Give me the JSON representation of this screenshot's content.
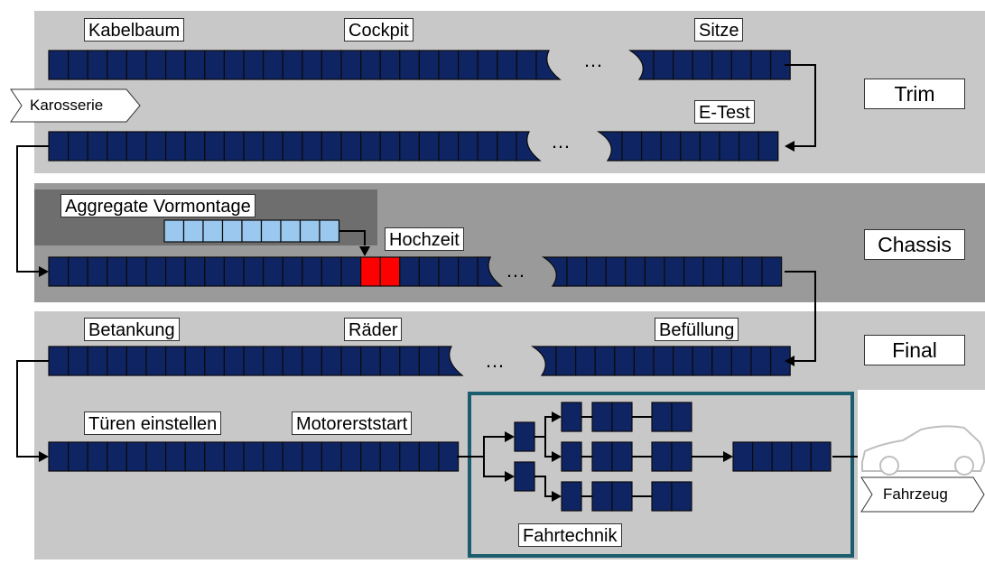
{
  "colors": {
    "zone_light": "#c8c8c8",
    "zone_dark": "#9a9a9a",
    "sub_zone": "#6e6e6e",
    "station_fill": "#0f2463",
    "station_light": "#9bc8ef",
    "station_red": "#ff0000",
    "fahrtechnik_border": "#1b5d6e"
  },
  "zones": {
    "trim": "Trim",
    "chassis": "Chassis",
    "final": "Final"
  },
  "inputs": {
    "karosserie": "Karosserie",
    "fahrzeug": "Fahrzeug"
  },
  "stations": {
    "kabelbaum": "Kabelbaum",
    "cockpit": "Cockpit",
    "sitze": "Sitze",
    "etest": "E-Test",
    "aggregate": "Aggregate Vormontage",
    "hochzeit": "Hochzeit",
    "betankung": "Betankung",
    "raeder": "Räder",
    "befuellung": "Befüllung",
    "tueren": "Türen einstellen",
    "motorerststart": "Motorerststart",
    "fahrtechnik": "Fahrtechnik"
  },
  "ellipsis": "…",
  "icons": {
    "car": "car-outline-icon"
  }
}
